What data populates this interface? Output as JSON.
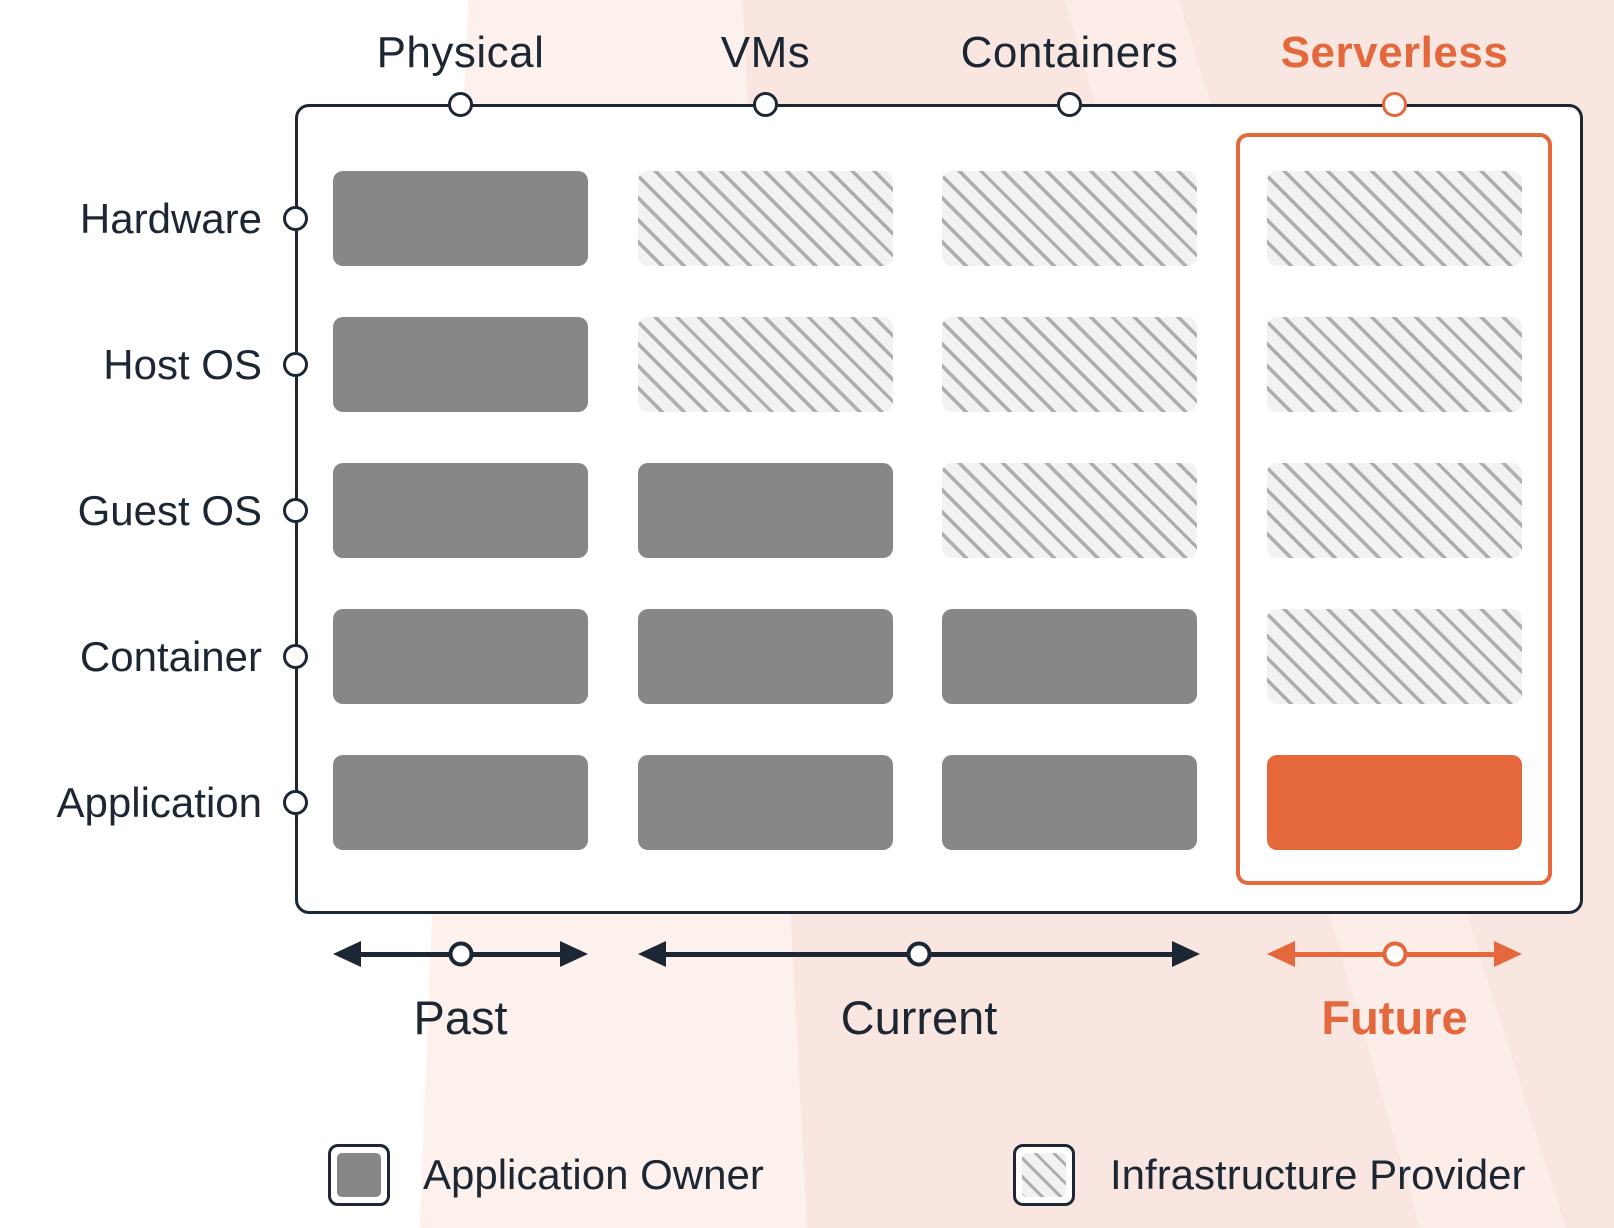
{
  "diagram": {
    "columns": [
      {
        "label": "Physical",
        "accent": false
      },
      {
        "label": "VMs",
        "accent": false
      },
      {
        "label": "Containers",
        "accent": false
      },
      {
        "label": "Serverless",
        "accent": true
      }
    ],
    "rows": [
      "Hardware",
      "Host OS",
      "Guest OS",
      "Container",
      "Application"
    ],
    "ownership": [
      [
        "owner",
        "provider",
        "provider",
        "provider"
      ],
      [
        "owner",
        "provider",
        "provider",
        "provider"
      ],
      [
        "owner",
        "owner",
        "provider",
        "provider"
      ],
      [
        "owner",
        "owner",
        "owner",
        "provider"
      ],
      [
        "owner",
        "owner",
        "owner",
        "owner_accent"
      ]
    ],
    "eras": [
      {
        "label": "Past",
        "accent": false,
        "columns": [
          "Physical"
        ]
      },
      {
        "label": "Current",
        "accent": false,
        "columns": [
          "VMs",
          "Containers"
        ]
      },
      {
        "label": "Future",
        "accent": true,
        "columns": [
          "Serverless"
        ]
      }
    ],
    "legend": [
      {
        "label": "Application Owner",
        "swatch": "owner"
      },
      {
        "label": "Infrastructure Provider",
        "swatch": "provider"
      }
    ],
    "colors": {
      "accent": "#E5673C",
      "ink": "#1C2733",
      "owner_fill": "#878787",
      "provider_bg": "#F2F2F2",
      "provider_line": "#ADADAD"
    }
  }
}
